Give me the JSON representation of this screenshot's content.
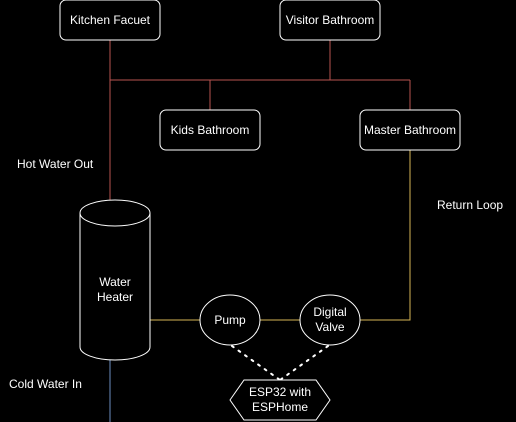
{
  "colors": {
    "background": "#000000",
    "node_stroke": "#ffffff",
    "hot_water_pipe": "#b85450",
    "return_pipe": "#d6b656",
    "cold_water_pipe": "#6c8ebf",
    "signal_link": "#ffffff"
  },
  "nodes": {
    "kitchen_facuet": "Kitchen Facuet",
    "visitor_bathroom": "Visitor Bathroom",
    "kids_bathroom": "Kids Bathroom",
    "master_bathroom": "Master Bathroom",
    "water_heater": "Water Heater",
    "pump": "Pump",
    "digital_valve": "Digital Valve",
    "esp32": "ESP32 with ESPHome"
  },
  "labels": {
    "hot_water_out": "Hot Water Out",
    "return_loop": "Return Loop",
    "cold_water_in": "Cold Water In"
  },
  "node_shapes": {
    "kitchen_facuet": "rounded-rectangle",
    "visitor_bathroom": "rounded-rectangle",
    "kids_bathroom": "rounded-rectangle",
    "master_bathroom": "rounded-rectangle",
    "water_heater": "cylinder",
    "pump": "ellipse",
    "digital_valve": "ellipse",
    "esp32": "hexagon"
  }
}
